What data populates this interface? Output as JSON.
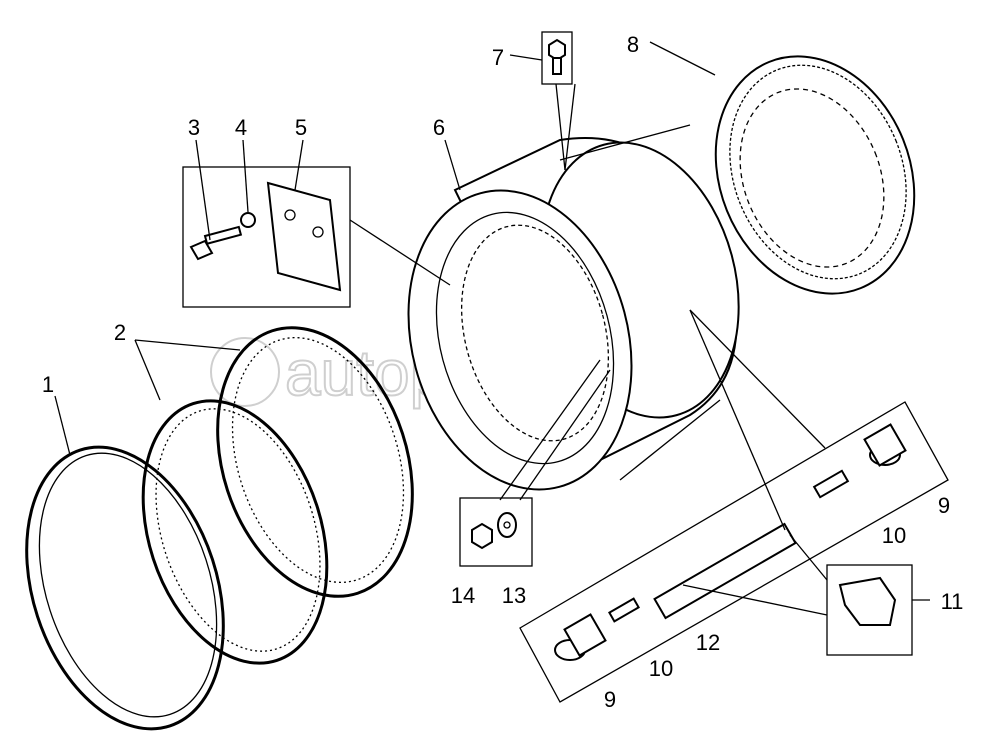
{
  "watermark": "autopiter.ru",
  "labels": {
    "p1": "1",
    "p2": "2",
    "p3": "3",
    "p4": "4",
    "p5": "5",
    "p6": "6",
    "p7": "7",
    "p8": "8",
    "p9a": "9",
    "p9b": "9",
    "p10a": "10",
    "p10b": "10",
    "p11": "11",
    "p12": "12",
    "p13": "13",
    "p14": "14"
  }
}
